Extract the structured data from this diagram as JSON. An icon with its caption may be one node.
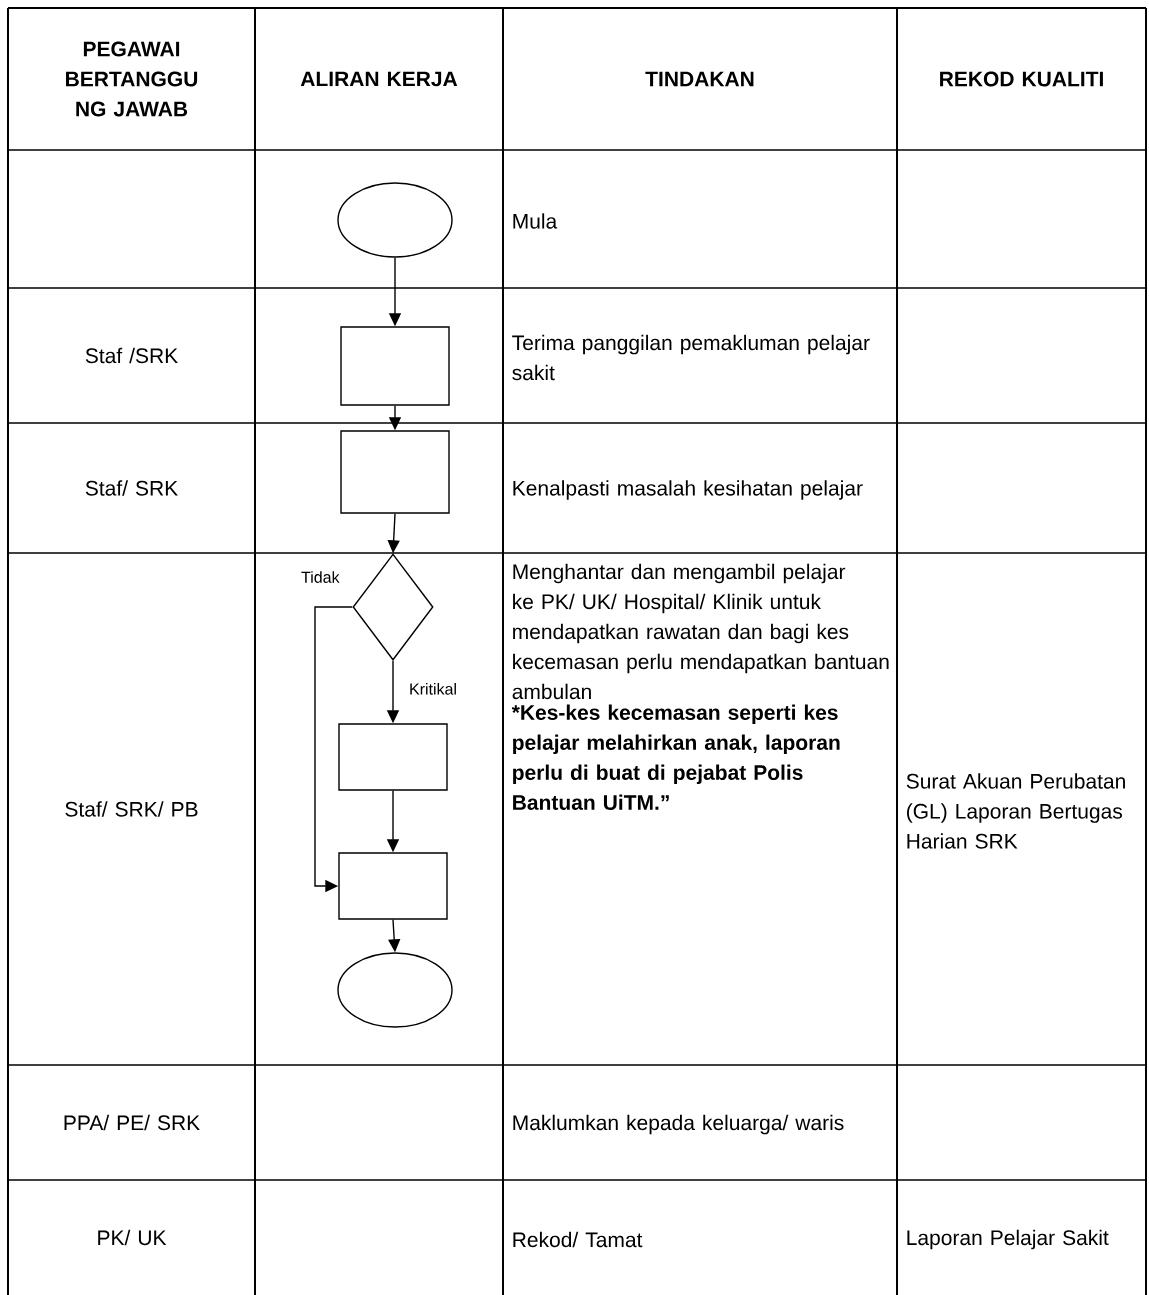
{
  "diagram": {
    "nodes": [
      {
        "text": [],
        "shape": "ellipse"
      },
      {
        "text": [],
        "shape": "box"
      },
      {
        "text": [],
        "shape": "box"
      },
      {
        "text": [],
        "shape": "diamond"
      },
      {
        "text": [],
        "shape": "box"
      },
      {
        "text": [],
        "shape": "box"
      },
      {
        "text": [],
        "shape": "ellipse"
      }
    ],
    "edges": [
      {
        "from": 0,
        "to": 1,
        "arrow": "to"
      },
      {
        "from": 1,
        "to": 2,
        "arrow": "to"
      },
      {
        "from": 2,
        "to": 3,
        "arrow": "to"
      },
      {
        "from": 3,
        "to": 4,
        "arrow": "to",
        "label": "Kritikal"
      },
      {
        "from": 4,
        "to": 5,
        "arrow": "to"
      },
      {
        "from": 3,
        "to": 5,
        "arrow": "to",
        "label": "Tidak"
      },
      {
        "from": 5,
        "to": 6,
        "arrow": "to"
      }
    ],
    "labels": [
      "PEGAWAI BERTANGGU NG JAWAB",
      "ALIRAN KERJA",
      "TINDAKAN",
      "REKOD KUALITI",
      "Mula",
      "Staf /SRK",
      "Terima panggilan pemakluman pelajar sakit",
      "Staf/ SRK",
      "Kenalpasti masalah kesihatan pelajar",
      "Staf/ SRK/ PB",
      "Menghantar dan mengambil pelajar ke PK/ UK/ Hospital/ Klinik untuk mendapatkan rawatan dan bagi kes kecemasan perlu mendapatkan bantuan ambulan",
      "*Kes-kes kecemasan seperti kes pelajar melahirkan anak, laporan perlu di buat di pejabat Polis Bantuan UiTM.”",
      "Surat Akuan Perubatan (GL) Laporan Bertugas Harian SRK",
      "PPA/ PE/ SRK",
      "Maklumkan kepada keluarga/ waris",
      "PK/ UK",
      "Rekod/ Tamat",
      "Laporan Pelajar Sakit"
    ]
  }
}
